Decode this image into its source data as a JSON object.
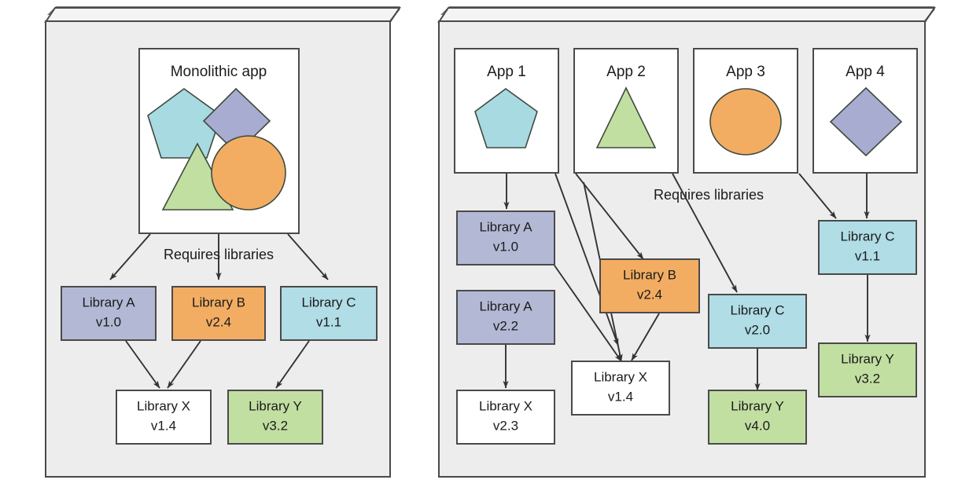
{
  "figure": {
    "background": "#ffffff",
    "panel_fill": "#ededed",
    "panel_stroke": "#4a4a4a",
    "edge_color": "#333333"
  },
  "colors": {
    "purple": "#b3b9d5",
    "orange": "#f2ad63",
    "cyan": "#b0dde6",
    "green": "#c2dfa2",
    "white": "#ffffff",
    "shape_pentagon": "#a8dae2",
    "shape_diamond": "#a8acd0",
    "shape_triangle": "#c2dfa2",
    "shape_circle": "#f2ad63"
  },
  "left_panel": {
    "name": "monolithic-panel",
    "app": {
      "title": "Monolithic app",
      "shapes": [
        "pentagon",
        "diamond",
        "triangle",
        "circle"
      ]
    },
    "requires_label": "Requires libraries",
    "nodes": [
      {
        "id": "L_A10",
        "name": "Library A",
        "version": "v1.0",
        "color": "purple"
      },
      {
        "id": "L_B24",
        "name": "Library B",
        "version": "v2.4",
        "color": "orange"
      },
      {
        "id": "L_C11",
        "name": "Library C",
        "version": "v1.1",
        "color": "cyan"
      },
      {
        "id": "L_X14",
        "name": "Library X",
        "version": "v1.4",
        "color": "white"
      },
      {
        "id": "L_Y32",
        "name": "Library Y",
        "version": "v3.2",
        "color": "green"
      }
    ],
    "edges": [
      {
        "from": "Monolithic app",
        "to": "Library A v1.0"
      },
      {
        "from": "Monolithic app",
        "to": "Library B v2.4"
      },
      {
        "from": "Monolithic app",
        "to": "Library C v1.1"
      },
      {
        "from": "Library A v1.0",
        "to": "Library X v1.4"
      },
      {
        "from": "Library B v2.4",
        "to": "Library X v1.4"
      },
      {
        "from": "Library C v1.1",
        "to": "Library Y v3.2"
      }
    ]
  },
  "right_panel": {
    "name": "microservices-panel",
    "requires_label": "Requires libraries",
    "apps": [
      {
        "id": "app1",
        "title": "App 1",
        "shape": "pentagon"
      },
      {
        "id": "app2",
        "title": "App 2",
        "shape": "triangle"
      },
      {
        "id": "app3",
        "title": "App 3",
        "shape": "circle"
      },
      {
        "id": "app4",
        "title": "App 4",
        "shape": "diamond"
      }
    ],
    "nodes": [
      {
        "id": "R_A10",
        "name": "Library A",
        "version": "v1.0",
        "color": "purple"
      },
      {
        "id": "R_A22",
        "name": "Library A",
        "version": "v2.2",
        "color": "purple"
      },
      {
        "id": "R_B24",
        "name": "Library B",
        "version": "v2.4",
        "color": "orange"
      },
      {
        "id": "R_C20",
        "name": "Library C",
        "version": "v2.0",
        "color": "cyan"
      },
      {
        "id": "R_C11",
        "name": "Library C",
        "version": "v1.1",
        "color": "cyan"
      },
      {
        "id": "R_X23",
        "name": "Library X",
        "version": "v2.3",
        "color": "white"
      },
      {
        "id": "R_X14",
        "name": "Library X",
        "version": "v1.4",
        "color": "white"
      },
      {
        "id": "R_Y40",
        "name": "Library Y",
        "version": "v4.0",
        "color": "green"
      },
      {
        "id": "R_Y32",
        "name": "Library Y",
        "version": "v3.2",
        "color": "green"
      }
    ],
    "edges": [
      {
        "from": "App 1",
        "to": "Library A v1.0"
      },
      {
        "from": "App 1",
        "to": "Library A v2.2"
      },
      {
        "from": "App 2",
        "to": "Library B v2.4"
      },
      {
        "from": "App 2",
        "to": "Library X v1.4"
      },
      {
        "from": "App 2",
        "to": "Library C v2.0"
      },
      {
        "from": "App 3",
        "to": "Library C v1.1"
      },
      {
        "from": "App 4",
        "to": "Library C v1.1"
      },
      {
        "from": "Library A v1.0",
        "to": "Library X v1.4"
      },
      {
        "from": "Library A v2.2",
        "to": "Library X v2.3"
      },
      {
        "from": "Library B v2.4",
        "to": "Library X v1.4"
      },
      {
        "from": "Library C v2.0",
        "to": "Library Y v4.0"
      },
      {
        "from": "Library C v1.1",
        "to": "Library Y v3.2"
      }
    ]
  }
}
